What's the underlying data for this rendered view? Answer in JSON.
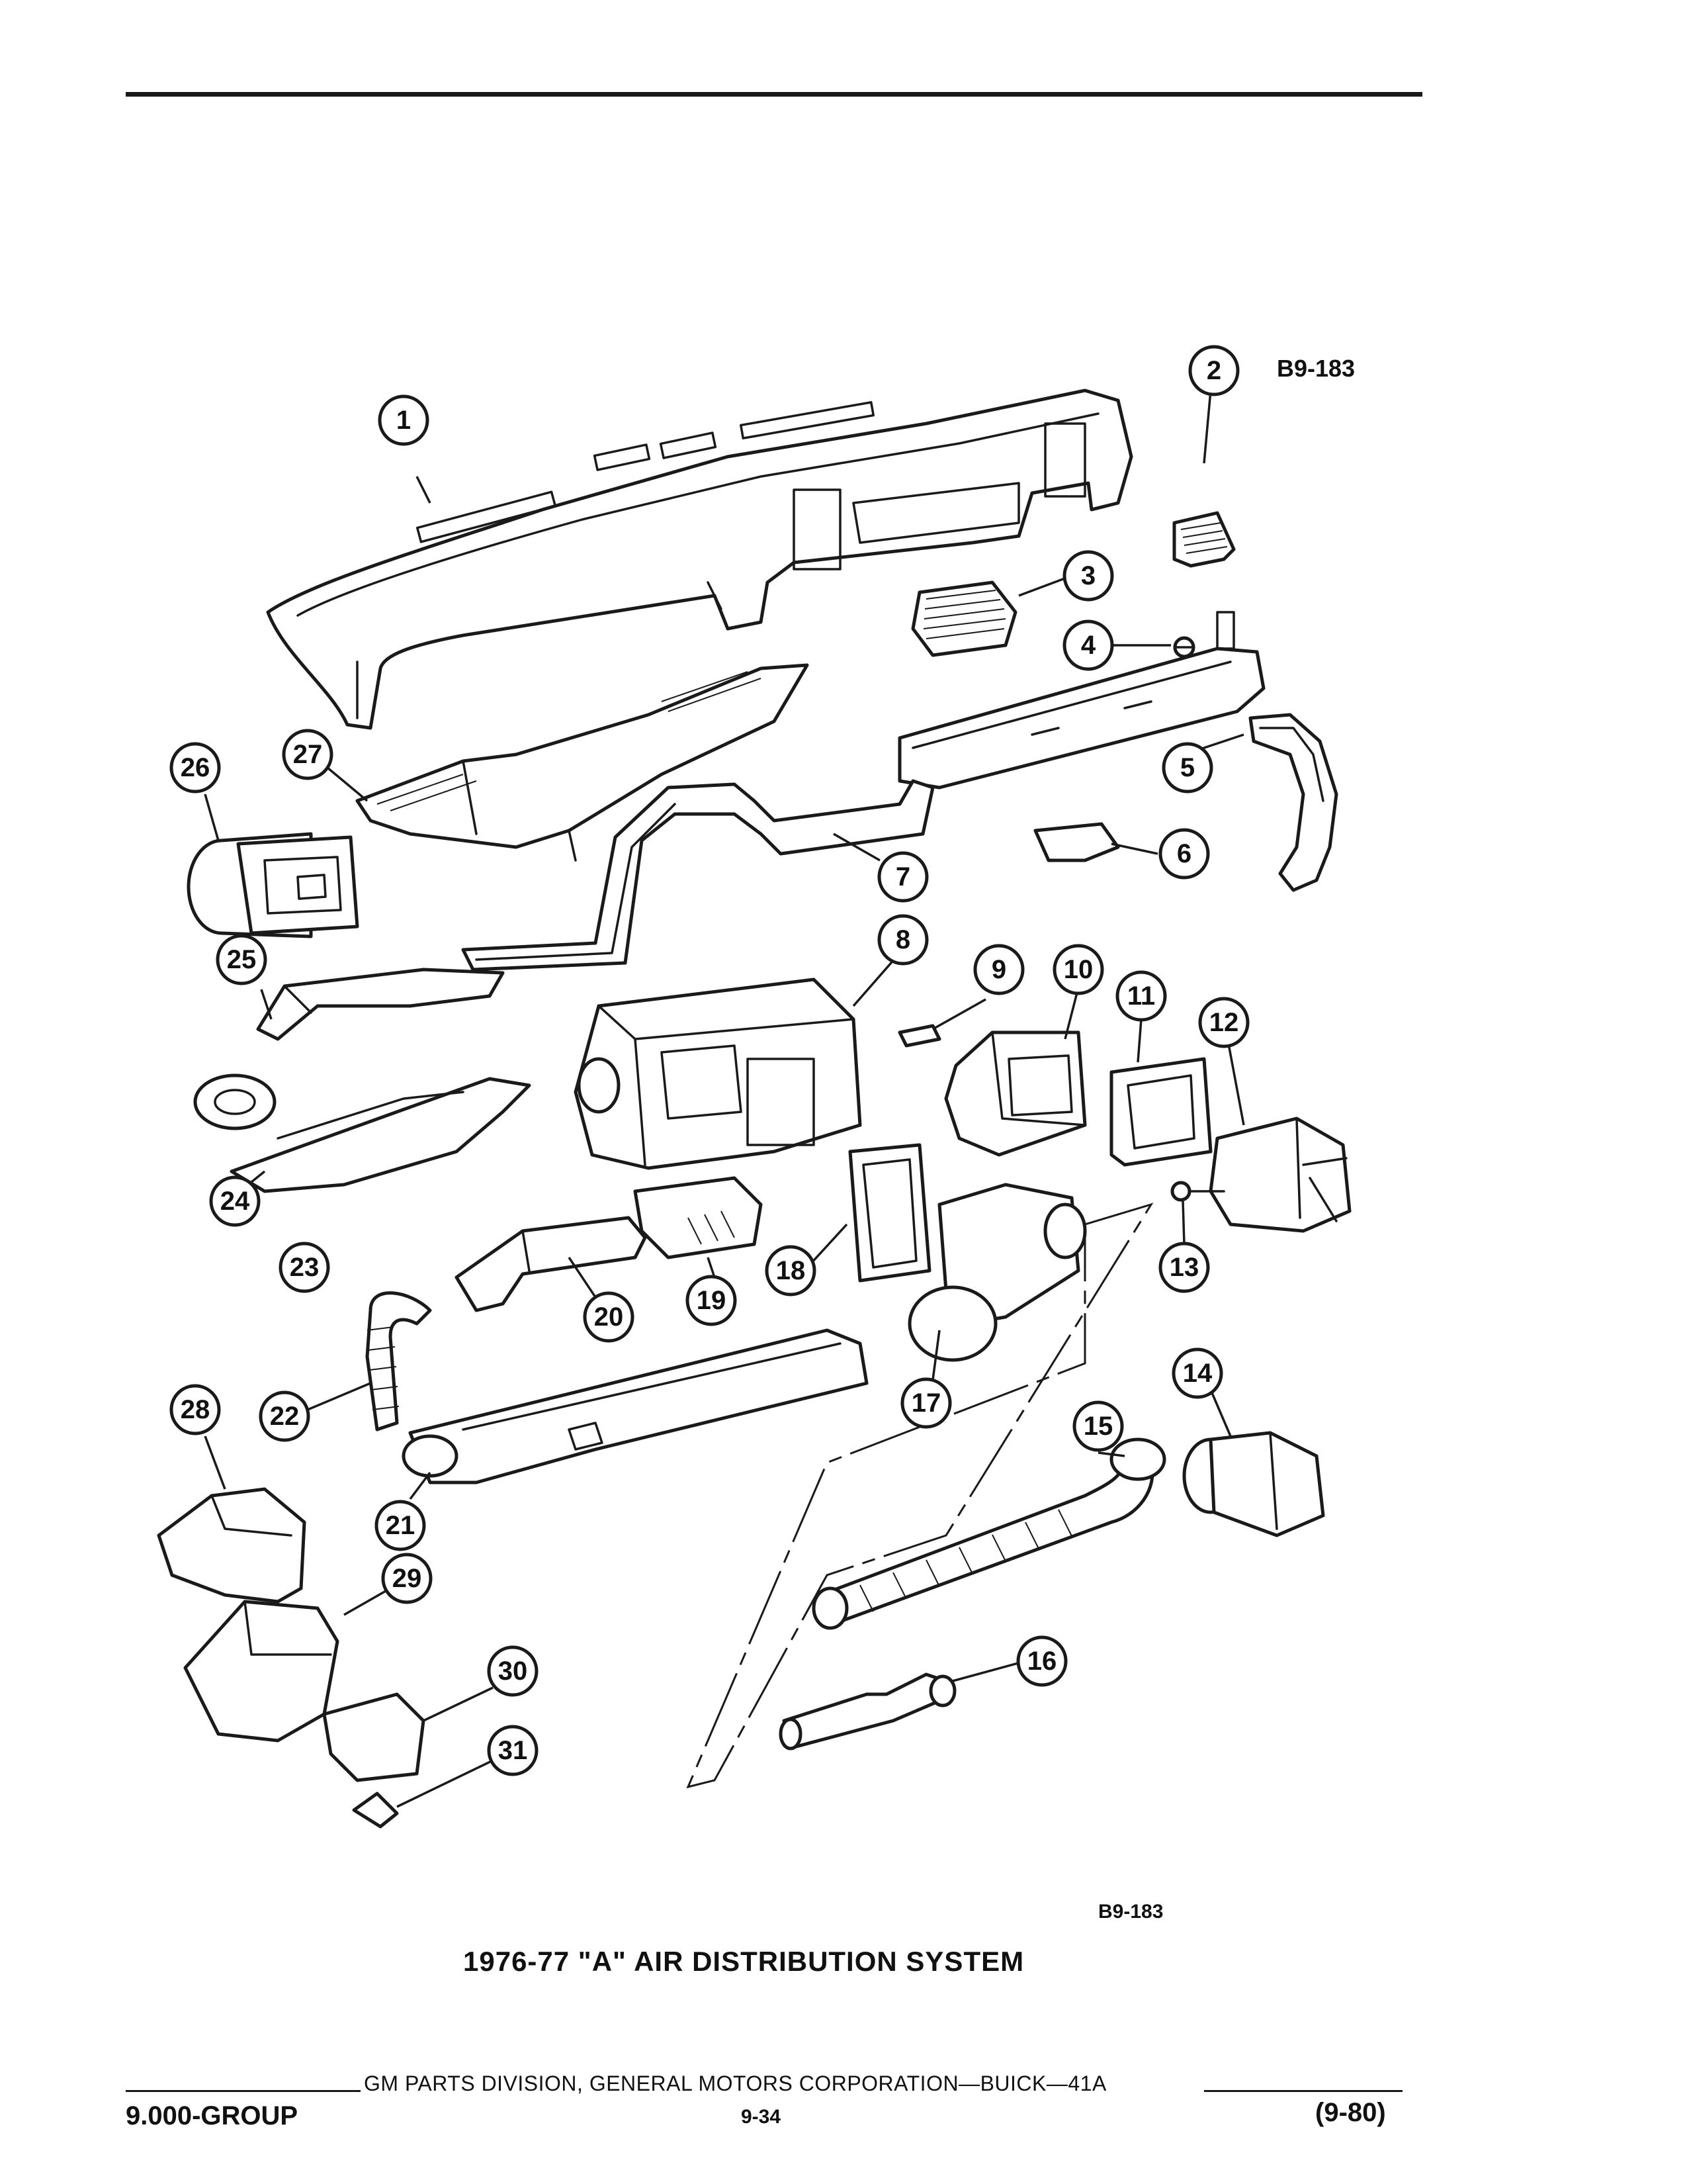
{
  "document": {
    "reference_code_top": "B9-183",
    "reference_code_bottom": "B9-183",
    "caption": "1976-77 \"A\" AIR DISTRIBUTION SYSTEM",
    "footer": {
      "publisher_line": "GM PARTS DIVISION, GENERAL MOTORS CORPORATION—BUICK—41A",
      "group": "9.000-GROUP",
      "page_number": "9-34",
      "revision": "(9-80)"
    }
  },
  "callouts": [
    "1",
    "2",
    "3",
    "4",
    "5",
    "6",
    "7",
    "8",
    "9",
    "10",
    "11",
    "12",
    "13",
    "14",
    "15",
    "16",
    "17",
    "18",
    "19",
    "20",
    "21",
    "22",
    "23",
    "24",
    "25",
    "26",
    "27",
    "28",
    "29",
    "30",
    "31"
  ]
}
